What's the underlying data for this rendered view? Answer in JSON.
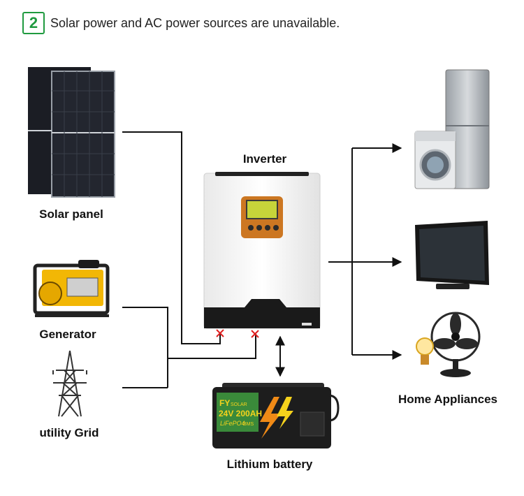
{
  "header": {
    "step_number": "2",
    "text": "Solar power and AC power sources are unavailable."
  },
  "labels": {
    "solar_panel": "Solar panel",
    "inverter": "Inverter",
    "generator": "Generator",
    "utility_grid": "utility Grid",
    "lithium_battery": "Lithium battery",
    "home_appliances": "Home Appliances"
  },
  "battery_text": {
    "brand": "FY",
    "brand_small": "SOLAR",
    "spec": "24V 200AH",
    "chem": "LiFePO4",
    "bms": "BMS"
  },
  "colors": {
    "accent_green": "#1f9a3f",
    "line": "#111111",
    "fault_mark": "#e02020",
    "battery_yellow": "#f5d21c",
    "bolt_orange": "#f08a16"
  },
  "status": {
    "solar_input": "unavailable",
    "ac_input": "unavailable"
  }
}
